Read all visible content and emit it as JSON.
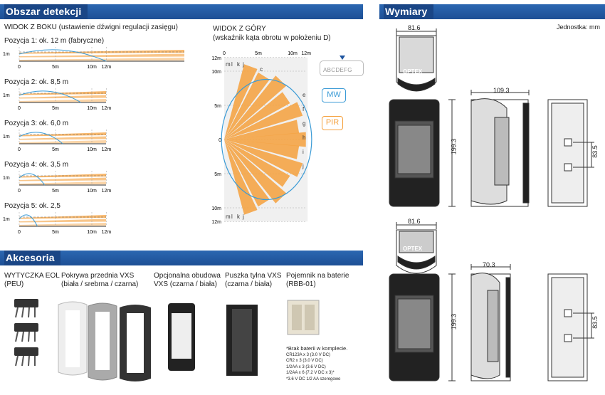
{
  "detection": {
    "header": "Obszar detekcji",
    "side_title": "WIDOK Z BOKU (ustawienie dźwigni regulacji zasięgu)",
    "positions": [
      {
        "label": "Pozycja 1: ok. 12 m (fabryczne)",
        "range_m": 12
      },
      {
        "label": "Pozycja 2: ok. 8,5 m",
        "range_m": 8.5
      },
      {
        "label": "Pozycja 3: ok. 6,0 m",
        "range_m": 6.0
      },
      {
        "label": "Pozycja 4: ok. 3,5 m",
        "range_m": 3.5
      },
      {
        "label": "Pozycja 5: ok. 2,5",
        "range_m": 2.5
      }
    ],
    "height_label": "1m",
    "x_ticks": [
      "0",
      "5m",
      "10m",
      "12m"
    ],
    "top_title": "WIDOK Z GÓRY",
    "top_subtitle": "(wskaźnik kąta obrotu w położeniu D)",
    "top_y_ticks": [
      "12m",
      "10m",
      "5m",
      "0",
      "5m",
      "10m",
      "12m"
    ],
    "top_x_ticks": [
      "0",
      "5m",
      "10m",
      "12m"
    ],
    "zone_letters_top": [
      "m",
      "l",
      "k",
      "j"
    ],
    "zone_letters_right": [
      "e",
      "f",
      "g",
      "h",
      "i",
      "j"
    ],
    "zone_letters_bottom": [
      "m",
      "l",
      "k",
      "j"
    ],
    "zone_letter_c": "c",
    "angle_letters": "ABCDEFG",
    "angle_selected": "D",
    "mw_label": "MW",
    "pir_label": "PIR"
  },
  "dimensions": {
    "header": "Wymiary",
    "unit": "Jednostka: mm",
    "top_width": "81.6",
    "side_depth": "109.3",
    "height": "199.3",
    "hole_spacing": "83.5",
    "top_width_2": "81.6",
    "side_depth_2": "70.3",
    "height_2": "199.3",
    "hole_spacing_2": "83.5",
    "brand": "OPTEX"
  },
  "accessories": {
    "header": "Akcesoria",
    "items": [
      {
        "name": "WYTYCZKA EOL\n(PEU)"
      },
      {
        "name": "Pokrywa przednia VXS\n(biała / srebrna / czarna)"
      },
      {
        "name": "Opcjonalna obudowa\nVXS (czarna / biała)"
      },
      {
        "name": "Puszka tylna VXS\n(czarna / biała)"
      },
      {
        "name": "Pojemnik na baterie\n(RBB-01)"
      }
    ],
    "battery_notes": [
      "*Brak baterii w komplecie.",
      "CR123A x 3 (3.0 V DC)",
      "CR2 x 3 (3.0 V DC)",
      "1/2AA x 3 (3.6 V DC)",
      "1/2AA x 6 (7.2 V DC x 3)*",
      "*3.6 V DC 1/2 AA szeregowo"
    ]
  },
  "colors": {
    "header_blue": "#1f55a0",
    "pir_orange": "#f5a03c",
    "mw_blue": "#3b9bd6"
  }
}
